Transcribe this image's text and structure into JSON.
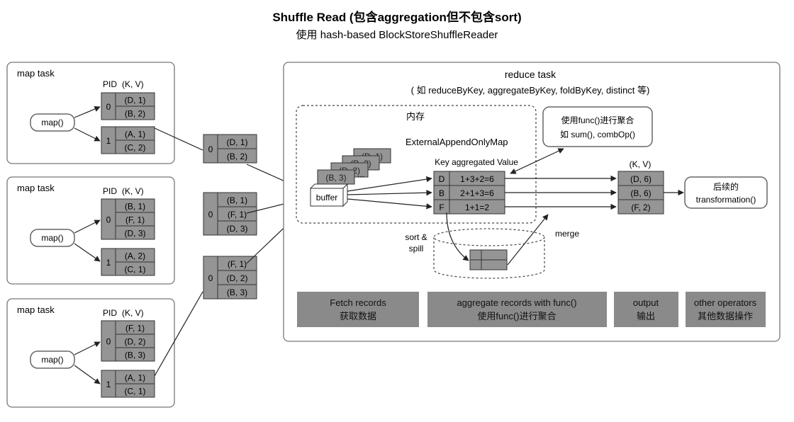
{
  "title": "Shuffle Read (包含aggregation但不包含sort)",
  "subtitle": "使用 hash-based BlockStoreShuffleReader",
  "map_task_label": "map task",
  "pid_header": "PID",
  "kv_header": "(K, V)",
  "map_fn": "map()",
  "map_tasks": [
    {
      "partitions": [
        {
          "pid": "0",
          "records": [
            "(D, 1)",
            "(B, 2)"
          ]
        },
        {
          "pid": "1",
          "records": [
            "(A, 1)",
            "(C, 2)"
          ]
        }
      ]
    },
    {
      "partitions": [
        {
          "pid": "0",
          "records": [
            "(B, 1)",
            "(F, 1)",
            "(D, 3)"
          ]
        },
        {
          "pid": "1",
          "records": [
            "(A, 2)",
            "(C, 1)"
          ]
        }
      ]
    },
    {
      "partitions": [
        {
          "pid": "0",
          "records": [
            "(F, 1)",
            "(D, 2)",
            "(B, 3)"
          ]
        },
        {
          "pid": "1",
          "records": [
            "(A, 1)",
            "(C, 1)"
          ]
        }
      ]
    }
  ],
  "fetched": [
    {
      "pid": "0",
      "records": [
        "(D, 1)",
        "(B, 2)"
      ]
    },
    {
      "pid": "0",
      "records": [
        "(B, 1)",
        "(F, 1)",
        "(D, 3)"
      ]
    },
    {
      "pid": "0",
      "records": [
        "(F, 1)",
        "(D, 2)",
        "(B, 3)"
      ]
    }
  ],
  "reduce": {
    "title": "reduce task",
    "subtitle": "( 如 reduceByKey, aggregateByKey, foldByKey, distinct 等)",
    "memory_label": "内存",
    "map_name": "ExternalAppendOnlyMap",
    "buffer_label": "buffer",
    "buffer_stack": [
      "(B, 3)",
      "(D, 2)",
      "(B, 2)",
      "(D, 1)"
    ],
    "buffer_stack_dots": "...",
    "table_header": "Key aggregated Value",
    "rows": [
      {
        "key": "D",
        "value": "1+3+2=6"
      },
      {
        "key": "B",
        "value": "2+1+3=6"
      },
      {
        "key": "F",
        "value": "1+1=2"
      }
    ],
    "func_note": [
      "使用func()进行聚合",
      "如 sum(), combOp()"
    ],
    "sort_spill": [
      "sort &",
      "spill"
    ],
    "merge_label": "merge",
    "output_header": "(K, V)",
    "output": [
      "(D, 6)",
      "(B, 6)",
      "(F, 2)"
    ],
    "next_note": [
      "后续的",
      "transformation()"
    ],
    "stages": [
      {
        "line1": "Fetch records",
        "line2": "获取数据"
      },
      {
        "line1": "aggregate records with func()",
        "line2": "使用func()进行聚合"
      },
      {
        "line1": "output",
        "line2": "输出"
      },
      {
        "line1": "other operators",
        "line2": "其他数据操作"
      }
    ]
  },
  "colors": {
    "cell": "#959595",
    "stage": "#8a8a8a",
    "stroke": "#333333",
    "frame": "#777777"
  }
}
